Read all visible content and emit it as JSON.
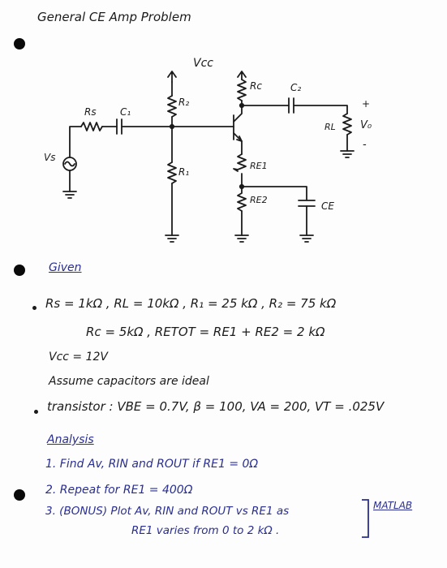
{
  "title": "General CE Amp Problem",
  "circuit": {
    "vcc": "Vcc",
    "rs": "Rs",
    "c1": "C₁",
    "r2": "R₂",
    "r1": "R₁",
    "rc": "Rc",
    "c2": "C₂",
    "rl": "RL",
    "vo": "V₀",
    "vs": "Vs",
    "re1": "RE1",
    "re2": "RE2",
    "ce": "CE",
    "plus": "+",
    "minus": "-"
  },
  "given": {
    "heading": "Given",
    "line1": "Rs = 1kΩ , RL = 10kΩ , R₁ = 25 kΩ , R₂ = 75 kΩ",
    "line2": "Rc = 5kΩ ,  RETOT = RE1 + RE2 = 2 kΩ",
    "line3": "Vcc = 12V",
    "line4": "Assume capacitors are ideal",
    "line5": "transistor :  VBE = 0.7V,  β = 100,  VA = 200,  VT = .025V"
  },
  "analysis": {
    "heading": "Analysis",
    "item1": "1. Find Av, RIN and ROUT if  RE1 = 0Ω",
    "item2": "2. Repeat  for  RE1 = 400Ω",
    "item3a": "3. (BONUS)  Plot Av, RIN and ROUT vs RE1 as",
    "item3b": "RE1 varies from 0 to 2 kΩ .",
    "matlab": "MATLAB"
  }
}
